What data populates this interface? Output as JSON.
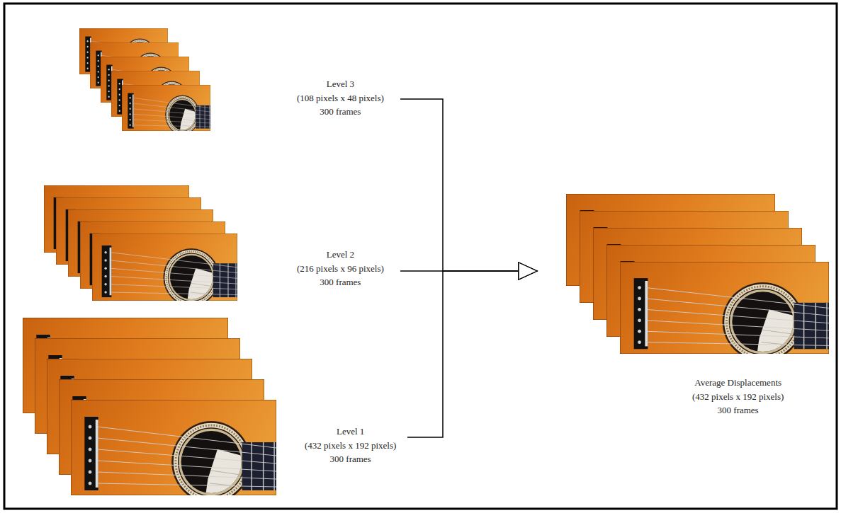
{
  "diagram": {
    "nodes": [
      {
        "text": [
          "Level 3",
          "(108 pixels x 48 pixels)",
          "300 frames"
        ]
      },
      {
        "text": [
          "Level 2",
          "(216 pixels x 96 pixels)",
          "300 frames"
        ]
      },
      {
        "text": [
          "Level 1",
          "(432 pixels x 192 pixels)",
          "300 frames"
        ]
      },
      {
        "text": [
          "Average Displacements",
          "(432 pixels x 192 pixels)",
          "300 frames"
        ]
      }
    ],
    "edges": [
      {
        "from": 0,
        "to": 3,
        "arrow": "to"
      },
      {
        "from": 1,
        "to": 3,
        "arrow": "to"
      },
      {
        "from": 2,
        "to": 3,
        "arrow": "to"
      }
    ]
  }
}
